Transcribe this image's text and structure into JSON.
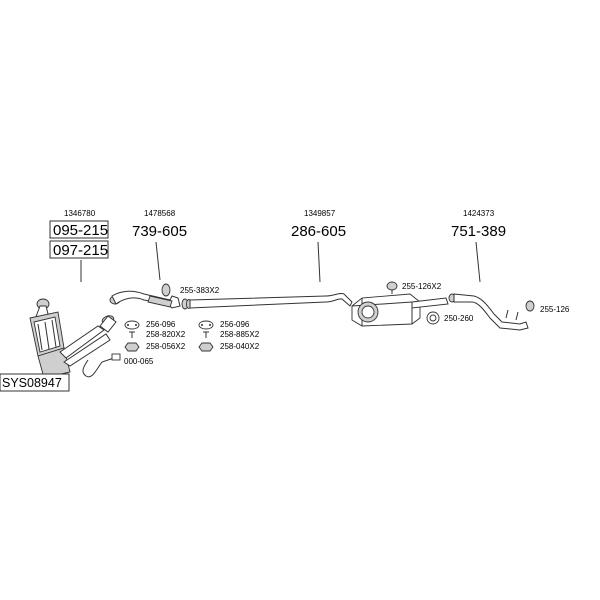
{
  "system_code": "SYS08947",
  "groups": [
    {
      "ref": "1346780",
      "parts": [
        "095-215",
        "097-215"
      ]
    },
    {
      "ref": "1478568",
      "part": "739-605"
    },
    {
      "ref": "1349857",
      "part": "286-605"
    },
    {
      "ref": "1424373",
      "part": "751-389"
    }
  ],
  "accessories": {
    "clamp_1": "255-383X2",
    "gasket_1": "256-096",
    "bolt_1": "258-820X2",
    "nut_1": "258-056X2",
    "gasket_2": "256-096",
    "bolt_2": "258-885X2",
    "nut_2": "258-040X2",
    "sensor": "000-065",
    "hanger_1": "255-126X2",
    "clamp_2": "250-260",
    "hanger_2": "255-126"
  }
}
